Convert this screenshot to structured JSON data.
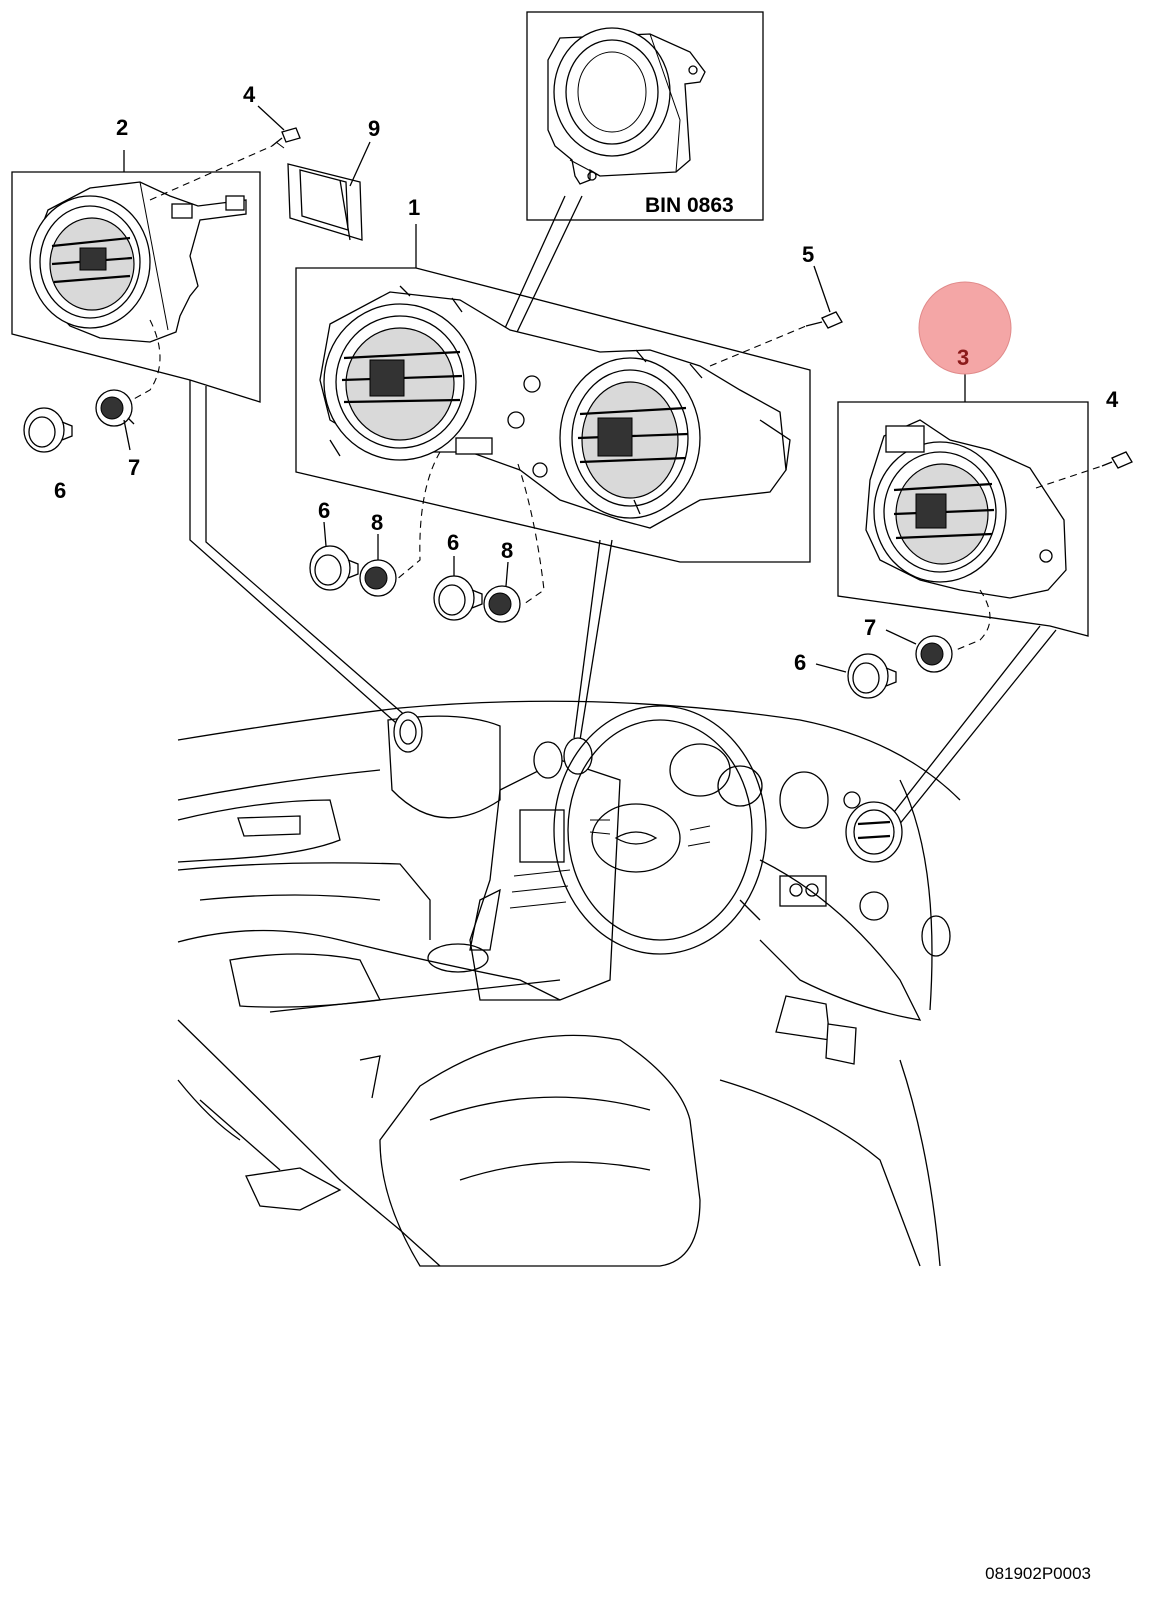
{
  "diagram": {
    "reference_code": "BIN 0863",
    "drawing_number": "081902P0003",
    "highlight_color": "#f4a6a6",
    "highlighted_callout": "3",
    "callouts": {
      "c1": "1",
      "c2": "2",
      "c3": "3",
      "c4a": "4",
      "c4b": "4",
      "c5": "5",
      "c6a": "6",
      "c6b": "6",
      "c6c": "6",
      "c6d": "6",
      "c7a": "7",
      "c7b": "7",
      "c8a": "8",
      "c8b": "8",
      "c9": "9"
    }
  }
}
